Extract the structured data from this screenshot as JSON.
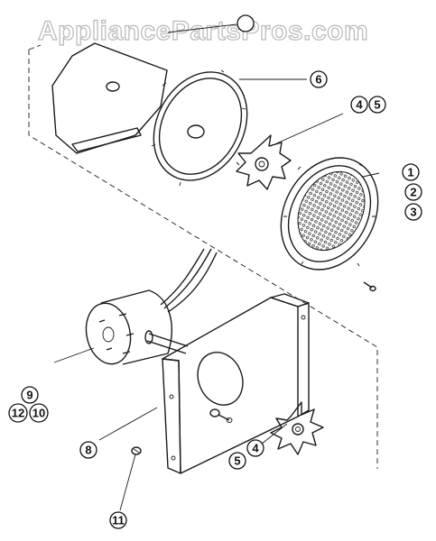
{
  "watermark": "AppliancePartsPros.com",
  "callouts": {
    "c1": "1",
    "c2": "2",
    "c3": "3",
    "c4a": "4",
    "c5a": "5",
    "c6": "6",
    "c4b": "4",
    "c5b": "5",
    "c8": "8",
    "c9": "9",
    "c10": "10",
    "c11": "11",
    "c12": "12"
  },
  "colors": {
    "line": "#1a1a1a",
    "watermark_outline": "#b8b8b8",
    "background": "#ffffff"
  }
}
